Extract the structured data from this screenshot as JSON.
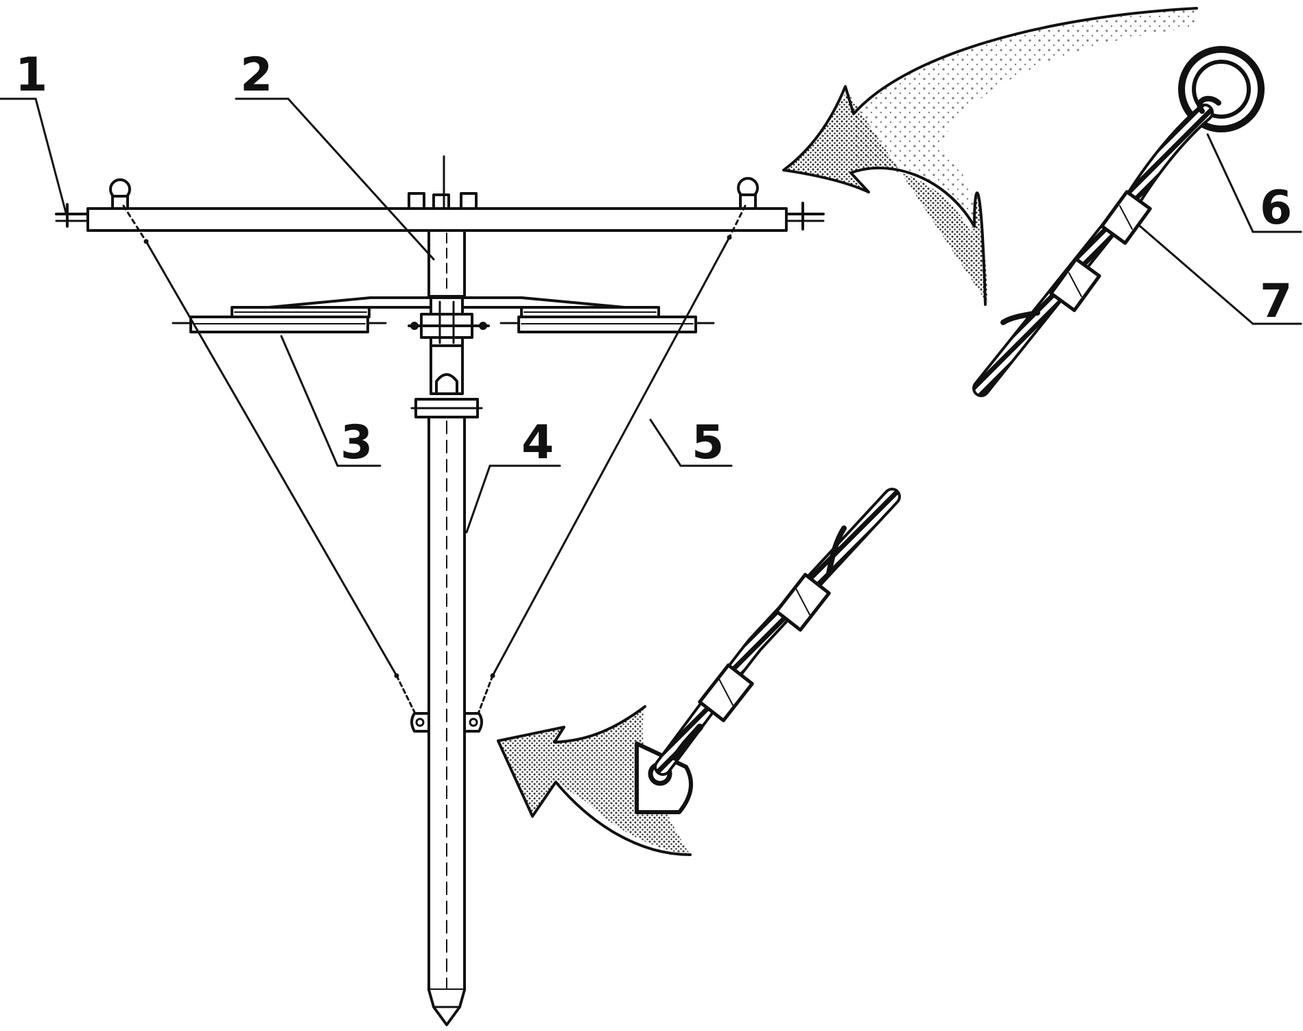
{
  "diagram": {
    "ink_color": "#111111",
    "paper_color": "#ffffff",
    "labels": [
      {
        "id": "1",
        "text": "1"
      },
      {
        "id": "2",
        "text": "2"
      },
      {
        "id": "3",
        "text": "3"
      },
      {
        "id": "4",
        "text": "4"
      },
      {
        "id": "5",
        "text": "5"
      },
      {
        "id": "6",
        "text": "6"
      },
      {
        "id": "7",
        "text": "7"
      }
    ],
    "details": [
      {
        "id": "top-detail",
        "icon": "ring-thimble-icon"
      },
      {
        "id": "bottom-detail",
        "icon": "bracket-thimble-icon"
      }
    ]
  }
}
